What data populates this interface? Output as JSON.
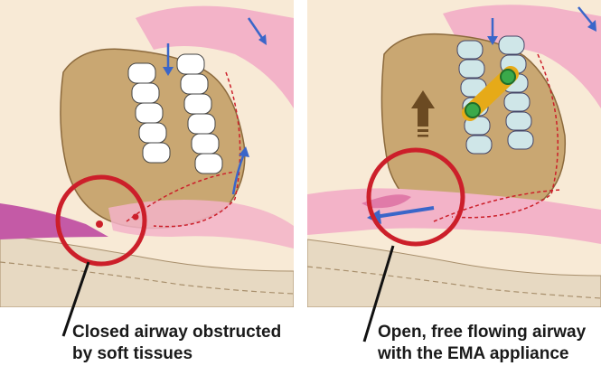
{
  "captions": {
    "left": [
      "Closed airway obstructed",
      "by soft tissues"
    ],
    "right": [
      "Open, free flowing airway",
      "with the EMA appliance"
    ]
  },
  "colors": {
    "bone": "#c9a772",
    "bone_dark": "#b08a55",
    "skin": "#f7e6cf",
    "soft_tissue_pink": "#f3b3c8",
    "airway_magenta": "#e05a9b",
    "red_circle": "#cc1f2a",
    "blue_arrow": "#3a66c9",
    "appliance_yellow": "#f2b51d",
    "appliance_green": "#3aa94a",
    "teeth_white": "#ffffff",
    "teeth_aligned": "#cfe6e8"
  },
  "icons": {
    "left_panel": [
      "airway-obstruction",
      "red-highlight-circle",
      "airflow-arrow"
    ],
    "right_panel": [
      "ema-appliance",
      "forward-jaw-arrow",
      "open-airway-arrow",
      "red-highlight-circle"
    ]
  }
}
